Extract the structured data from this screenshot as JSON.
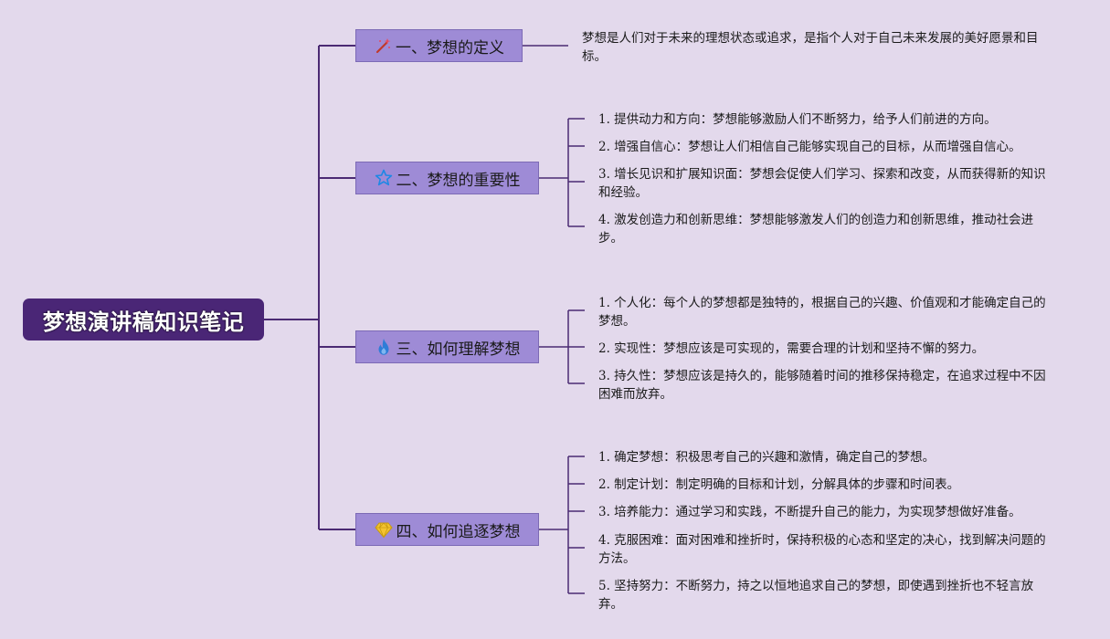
{
  "root": {
    "title": "梦想演讲稿知识笔记"
  },
  "branches": [
    {
      "label": "一、梦想的定义",
      "icon": "magic-wand-icon",
      "leaves": [
        "梦想是人们对于未来的理想状态或追求，是指个人对于自己未来发展的美好愿景和目标。"
      ]
    },
    {
      "label": "二、梦想的重要性",
      "icon": "star-outline-icon",
      "leaves": [
        "1. 提供动力和方向：梦想能够激励人们不断努力，给予人们前进的方向。",
        "2. 增强自信心：梦想让人们相信自己能够实现自己的目标，从而增强自信心。",
        "3. 增长见识和扩展知识面：梦想会促使人们学习、探索和改变，从而获得新的知识和经验。",
        "4. 激发创造力和创新思维：梦想能够激发人们的创造力和创新思维，推动社会进步。"
      ]
    },
    {
      "label": "三、如何理解梦想",
      "icon": "flame-icon",
      "leaves": [
        "1. 个人化：每个人的梦想都是独特的，根据自己的兴趣、价值观和才能确定自己的梦想。",
        "2. 实现性：梦想应该是可实现的，需要合理的计划和坚持不懈的努力。",
        "3. 持久性：梦想应该是持久的，能够随着时间的推移保持稳定，在追求过程中不因困难而放弃。"
      ]
    },
    {
      "label": "四、如何追逐梦想",
      "icon": "diamond-icon",
      "leaves": [
        "1. 确定梦想：积极思考自己的兴趣和激情，确定自己的梦想。",
        "2. 制定计划：制定明确的目标和计划，分解具体的步骤和时间表。",
        "3. 培养能力：通过学习和实践，不断提升自己的能力，为实现梦想做好准备。",
        "4. 克服困难：面对困难和挫折时，保持积极的心态和坚定的决心，找到解决问题的方法。",
        "5. 坚持努力：不断努力，持之以恒地追求自己的梦想，即使遇到挫折也不轻言放弃。"
      ]
    }
  ],
  "colors": {
    "background": "#e3d9ec",
    "root": "#4a2676",
    "branch": "#9e8bd6",
    "line": "#4b2a73"
  }
}
